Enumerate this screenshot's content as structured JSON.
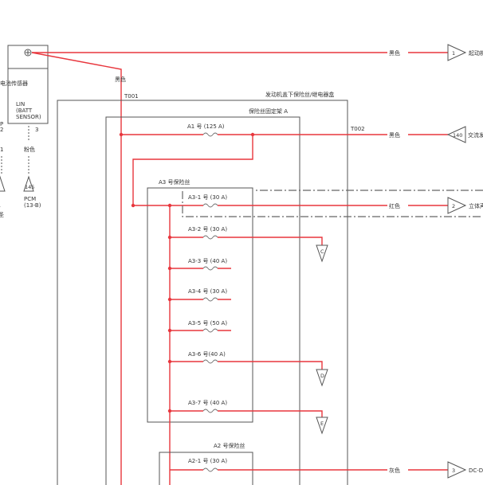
{
  "labels": {
    "sensor_partial": "电池传感器",
    "lin_line1": "LIN",
    "lin_line2": "(BATT",
    "lin_line3": "SENSOR)",
    "pin_2": "2",
    "pin_3": "3",
    "pin_1": "1",
    "left_p": "P",
    "pink": "粉色",
    "pcm_tri": "145",
    "pcm_line1": "PCM",
    "pcm_line2": "(13-B)",
    "black_top": "黑色",
    "t001": "T001",
    "engine_box": "发动机盖下保险丝/继电器盒",
    "holder_a": "保险丝固定架 A",
    "t002": "T002",
    "a3_title": "A3 号保险丝",
    "a2_title": "A2 号保险丝"
  },
  "fuses": [
    {
      "id": "a1",
      "label": "A1 号 (125 A)"
    },
    {
      "id": "a3_1",
      "label": "A3-1 号 (30 A)"
    },
    {
      "id": "a3_2",
      "label": "A3-2 号 (30 A)"
    },
    {
      "id": "a3_3",
      "label": "A3-3 号 (40 A)"
    },
    {
      "id": "a3_4",
      "label": "A3-4 号 (30 A)"
    },
    {
      "id": "a3_5",
      "label": "A3-5 号 (50 A)"
    },
    {
      "id": "a3_6",
      "label": "A3-6 号(40 A)"
    },
    {
      "id": "a3_7",
      "label": "A3-7 号 (40 A)"
    },
    {
      "id": "a2_1",
      "label": "A2-1 号 (30 A)"
    }
  ],
  "connectors": [
    {
      "id": "c1",
      "wire_color": "黑色",
      "pin": "1",
      "dest": "起动机"
    },
    {
      "id": "c140",
      "wire_color": "黑色",
      "pin": "140",
      "dest": "交流发"
    },
    {
      "id": "c2",
      "wire_color": "红色",
      "pin": "2",
      "dest": "立体声"
    },
    {
      "id": "c3",
      "wire_color": "灰色",
      "pin": "3",
      "dest": "DC-D"
    }
  ],
  "offpage": {
    "c": "C",
    "d": "D",
    "e": "E"
  },
  "colors": {
    "wire": "#e8363d",
    "line": "#555555"
  }
}
